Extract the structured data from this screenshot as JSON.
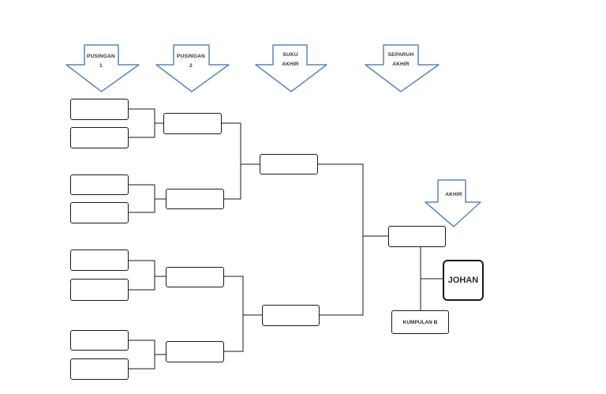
{
  "rounds": {
    "round1": [
      "PUSINGAN",
      "1"
    ],
    "round2": [
      "PUSINGAN",
      "2"
    ],
    "quarter": [
      "SUKU",
      "AKHIR"
    ],
    "semi": [
      "SEPARUH",
      "AKHIR"
    ],
    "final": [
      "AKHIR"
    ]
  },
  "champion_label": "JOHAN",
  "group_label": "KUMPULAN B",
  "colors": {
    "arrow_stroke": "#5b86b8",
    "box_border": "#1a1a1a",
    "line": "#1a1a1a"
  },
  "icons": [
    "down-arrow-icon"
  ]
}
